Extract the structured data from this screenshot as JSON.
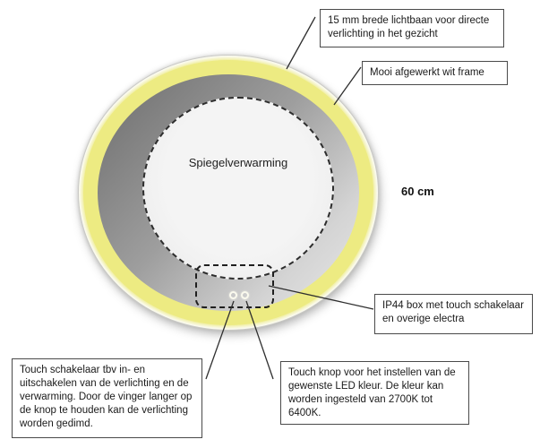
{
  "mirror": {
    "heating_label": "Spiegelverwarming",
    "size_label": "60 cm"
  },
  "callouts": {
    "light_band": "15 mm brede lichtbaan voor directe verlichting in het gezicht",
    "frame": "Mooi afgewerkt wit frame",
    "ip44_box": "IP44 box met touch schakelaar en overige electra",
    "touch_switch": "Touch schakelaar tbv in- en uitschakelen van de verlichting en de verwarming. Door de vinger langer op de knop te houden kan de verlichting worden gedimd.",
    "touch_color": "Touch knop voor het instellen van de gewenste LED kleur. De kleur kan worden ingesteld van 2700K tot 6400K."
  },
  "colors": {
    "light_band": "#edeb82",
    "frame_ring": "#fdfdfd",
    "mirror_ring_dark": "#757575",
    "mirror_ring_light": "#e4e4e4",
    "heating_area": "#f1f1f1",
    "leader_line": "#2f2f2f"
  }
}
